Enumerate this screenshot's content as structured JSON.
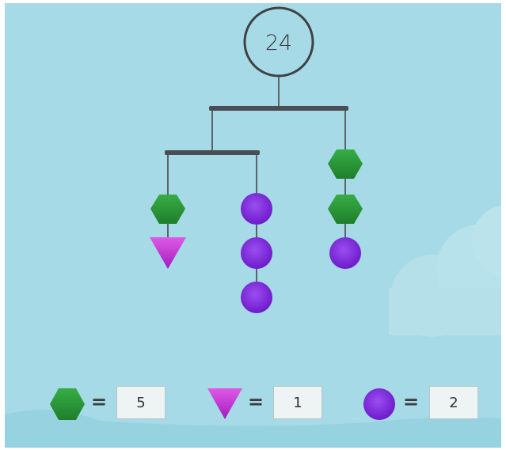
{
  "puzzle": {
    "total": "24"
  },
  "legend": [
    {
      "shape": "hexagon",
      "icon": "green-hexagon-icon",
      "value": "5",
      "color": "#2e9a3a"
    },
    {
      "shape": "triangle",
      "icon": "magenta-triangle-icon",
      "value": "1",
      "color": "#c83ad6"
    },
    {
      "shape": "circle",
      "icon": "purple-circle-icon",
      "value": "2",
      "color": "#7a22d6"
    }
  ],
  "equals_sign": "=",
  "colors": {
    "background": "#a6dae6",
    "bar": "#4a4d52",
    "string": "#5b6468"
  }
}
